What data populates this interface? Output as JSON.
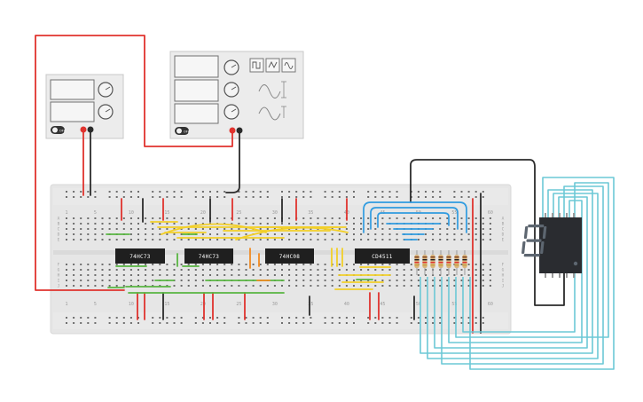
{
  "colors": {
    "wire_red": "#e0332e",
    "wire_black": "#2b2b2b",
    "wire_green": "#59b542",
    "wire_yellow": "#f2cf28",
    "wire_orange": "#f08a21",
    "wire_blue": "#2f9be0",
    "wire_teal": "#6cc8d6",
    "board": "#e6e6e6",
    "chip": "#1f1f1f",
    "instrument": "#ececec",
    "display_segment": "#5d6670"
  },
  "breadboard": {
    "column_labels_top": [
      "1",
      "5",
      "10",
      "15",
      "20",
      "25",
      "30",
      "35",
      "40",
      "45",
      "50",
      "55",
      "60"
    ],
    "column_labels_bottom": [
      "1",
      "5",
      "10",
      "15",
      "20",
      "25",
      "30",
      "35",
      "40",
      "45",
      "50",
      "55",
      "60"
    ],
    "row_labels_top": [
      "A",
      "B",
      "C",
      "D",
      "E"
    ],
    "row_labels_bottom": [
      "F",
      "G",
      "H",
      "I",
      "J"
    ]
  },
  "chips": [
    {
      "label": "74HC73"
    },
    {
      "label": "74HC73"
    },
    {
      "label": "74HC08"
    },
    {
      "label": "CD4511"
    }
  ],
  "power_supply": {
    "button_label": "OFF",
    "knob_icon": "knob-icon"
  },
  "function_generator": {
    "button_label": "OFF",
    "waveforms": [
      "square-wave-icon",
      "triangle-wave-icon",
      "sine-wave-icon"
    ]
  },
  "seven_segment": {
    "shown_digit": "8",
    "decimal_point": true
  }
}
